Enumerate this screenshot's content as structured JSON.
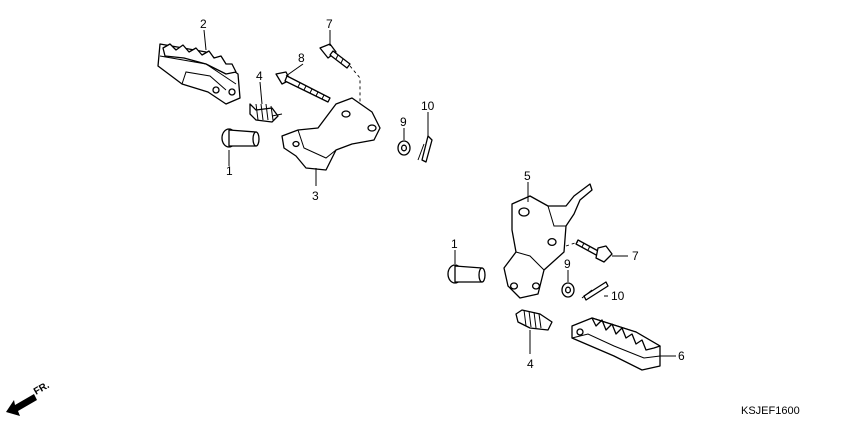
{
  "diagram": {
    "callouts": [
      {
        "id": "l1a",
        "text": "1"
      },
      {
        "id": "l2",
        "text": "2"
      },
      {
        "id": "l3",
        "text": "3"
      },
      {
        "id": "l4a",
        "text": "4"
      },
      {
        "id": "l7a",
        "text": "7"
      },
      {
        "id": "l8",
        "text": "8"
      },
      {
        "id": "l9a",
        "text": "9"
      },
      {
        "id": "l10a",
        "text": "10"
      },
      {
        "id": "l5",
        "text": "5"
      },
      {
        "id": "l1b",
        "text": "1"
      },
      {
        "id": "l7b",
        "text": "7"
      },
      {
        "id": "l9b",
        "text": "9"
      },
      {
        "id": "l10b",
        "text": "10"
      },
      {
        "id": "l4b",
        "text": "4"
      },
      {
        "id": "l6",
        "text": "6"
      }
    ],
    "front_indicator": "FR.",
    "diagram_code": "KSJEF1600"
  }
}
